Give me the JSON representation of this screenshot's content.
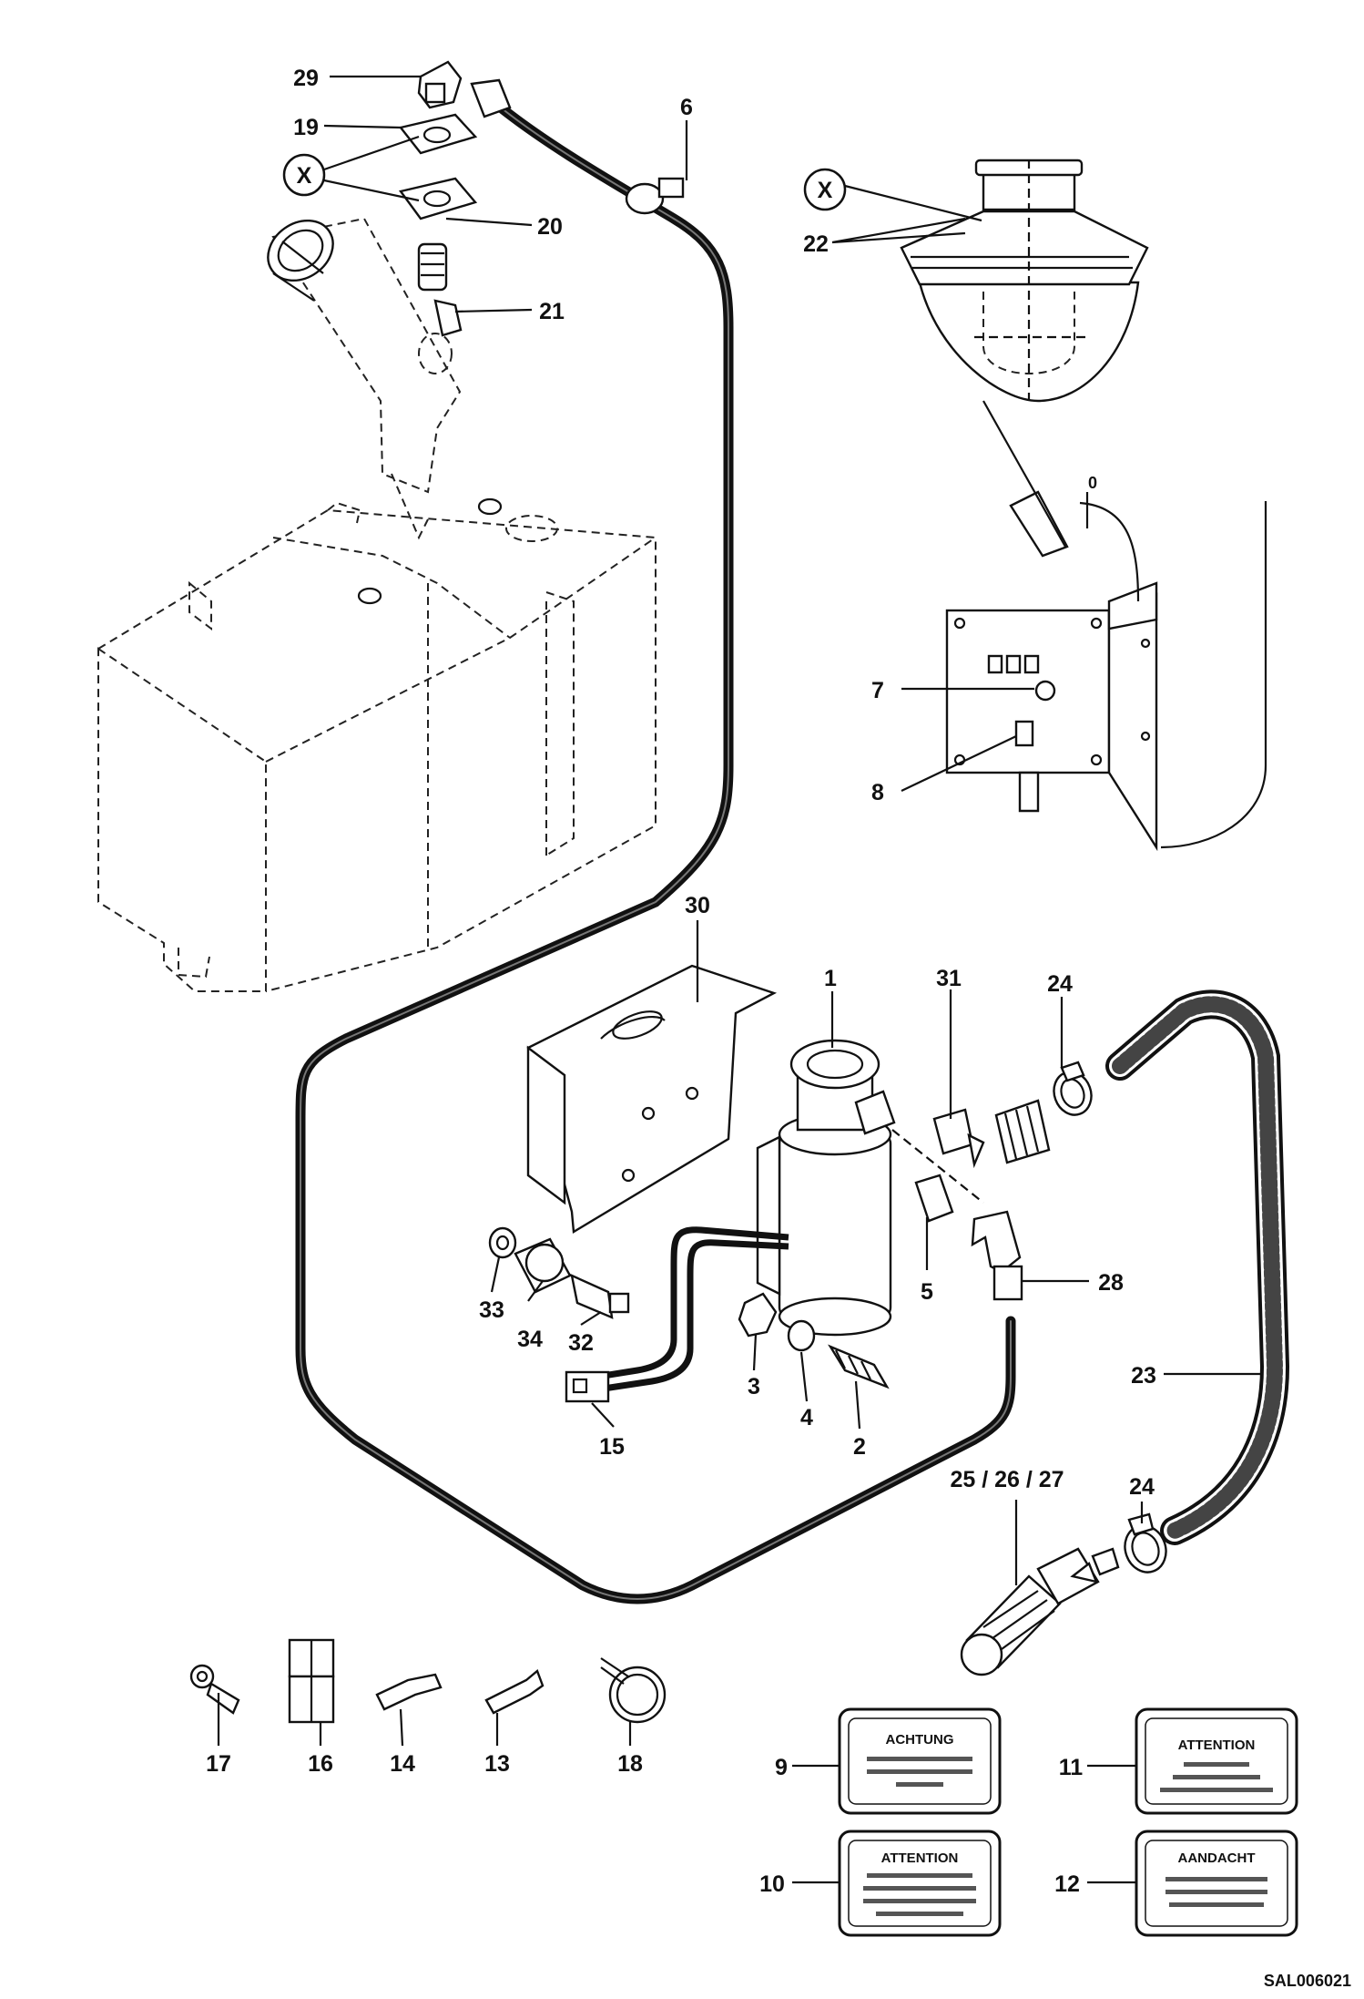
{
  "diagram": {
    "drawing_code": "SAL006021",
    "detail_marker": "X",
    "callouts": [
      {
        "id": "29",
        "text": "29"
      },
      {
        "id": "19",
        "text": "19"
      },
      {
        "id": "20",
        "text": "20"
      },
      {
        "id": "21",
        "text": "21"
      },
      {
        "id": "6",
        "text": "6"
      },
      {
        "id": "22",
        "text": "22"
      },
      {
        "id": "0",
        "text": "0"
      },
      {
        "id": "7",
        "text": "7"
      },
      {
        "id": "8",
        "text": "8"
      },
      {
        "id": "30",
        "text": "30"
      },
      {
        "id": "1",
        "text": "1"
      },
      {
        "id": "31",
        "text": "31"
      },
      {
        "id": "24a",
        "text": "24"
      },
      {
        "id": "5",
        "text": "5"
      },
      {
        "id": "28",
        "text": "28"
      },
      {
        "id": "33",
        "text": "33"
      },
      {
        "id": "34",
        "text": "34"
      },
      {
        "id": "32",
        "text": "32"
      },
      {
        "id": "3",
        "text": "3"
      },
      {
        "id": "4",
        "text": "4"
      },
      {
        "id": "2",
        "text": "2"
      },
      {
        "id": "15",
        "text": "15"
      },
      {
        "id": "23",
        "text": "23"
      },
      {
        "id": "25_26_27",
        "text": "25 / 26 / 27"
      },
      {
        "id": "24b",
        "text": "24"
      },
      {
        "id": "17",
        "text": "17"
      },
      {
        "id": "16",
        "text": "16"
      },
      {
        "id": "14",
        "text": "14"
      },
      {
        "id": "13",
        "text": "13"
      },
      {
        "id": "18",
        "text": "18"
      },
      {
        "id": "9",
        "text": "9"
      },
      {
        "id": "11",
        "text": "11"
      },
      {
        "id": "10",
        "text": "10"
      },
      {
        "id": "12",
        "text": "12"
      }
    ],
    "warning_plates": [
      {
        "id": "9",
        "title": "ACHTUNG"
      },
      {
        "id": "11",
        "title": "ATTENTION"
      },
      {
        "id": "10",
        "title": "ATTENTION"
      },
      {
        "id": "12",
        "title": "AANDACHT"
      }
    ]
  }
}
